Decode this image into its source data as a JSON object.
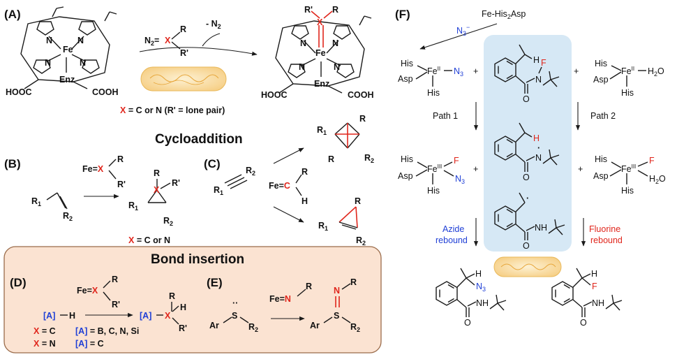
{
  "panels": {
    "A": {
      "label": "(A)",
      "metal": "Fe",
      "enz": "Enz",
      "acid_left": "HOOC",
      "acid_right": "COOH",
      "n": "N",
      "reagent_x": "X",
      "reagent_n2": "N",
      "reagent_r": "R",
      "reagent_rp": "R'",
      "release": "- N",
      "release_sub": "2",
      "condition_x": "X",
      "condition_rest": " = C or N (R' = lone pair)"
    },
    "cycloaddition": {
      "title": "Cycloaddition"
    },
    "B": {
      "label": "(B)",
      "fe": "Fe",
      "x": "X",
      "r": "R",
      "rp": "R'",
      "r1": "R",
      "r2": "R",
      "sub1": "1",
      "sub2": "2",
      "note_x": "X",
      "note_rest": " = C or N"
    },
    "C": {
      "label": "(C)",
      "fe": "Fe",
      "c": "C",
      "h": "H",
      "r": "R",
      "r1": "R",
      "r2": "R",
      "sub1": "1",
      "sub2": "2"
    },
    "bond_insertion": {
      "title": "Bond insertion",
      "D": {
        "label": "(D)",
        "fe": "Fe",
        "x": "X",
        "r": "R",
        "rp": "R'",
        "a": "[A]",
        "h": "H",
        "row1_x": "X",
        "row1_rest": " = C",
        "row1_a": "[A]",
        "row1_a_rest": " = B, C, N, Si",
        "row2_x": "X",
        "row2_rest": " = N",
        "row2_a": "[A]",
        "row2_a_rest": " = C"
      },
      "E": {
        "label": "(E)",
        "fe": "Fe",
        "n": "N",
        "r": "R",
        "ar": "Ar",
        "s": "S",
        "r2": "R",
        "sub2": "2",
        "lone_pair": "··"
      }
    },
    "F": {
      "label": "(F)",
      "enzyme": "Fe-His",
      "enzyme_sub": "2",
      "enzyme_tail": "Asp",
      "azide": "N",
      "azide_sub": "3",
      "azide_sup": "−",
      "his": "His",
      "asp": "Asp",
      "fe": "Fe",
      "fe_ox_2": "II",
      "fe_ox_3": "III",
      "n3": "N",
      "n3_sub": "3",
      "h2o": "H",
      "h2o_sub": "2",
      "h2o_tail": "O",
      "plus": "+",
      "f": "F",
      "h": "H",
      "n": "N",
      "o": "O",
      "path1": "Path 1",
      "path2": "Path 2",
      "azide_rebound_1": "Azide",
      "azide_rebound_2": "rebound",
      "fluorine_rebound_1": "Fluorine",
      "fluorine_rebound_2": "rebound",
      "radical_dot": "·"
    }
  },
  "colors": {
    "accent_red": "#e0261c",
    "accent_blue": "#1f3fd6",
    "insertion_box": "#fbe3d2",
    "insertion_border": "#9a6b4a",
    "substrate_box": "#d6e8f5",
    "bacterium": "#fbe6b6"
  },
  "icons": [
    "bacterium-icon",
    "porphyrin-icon"
  ]
}
